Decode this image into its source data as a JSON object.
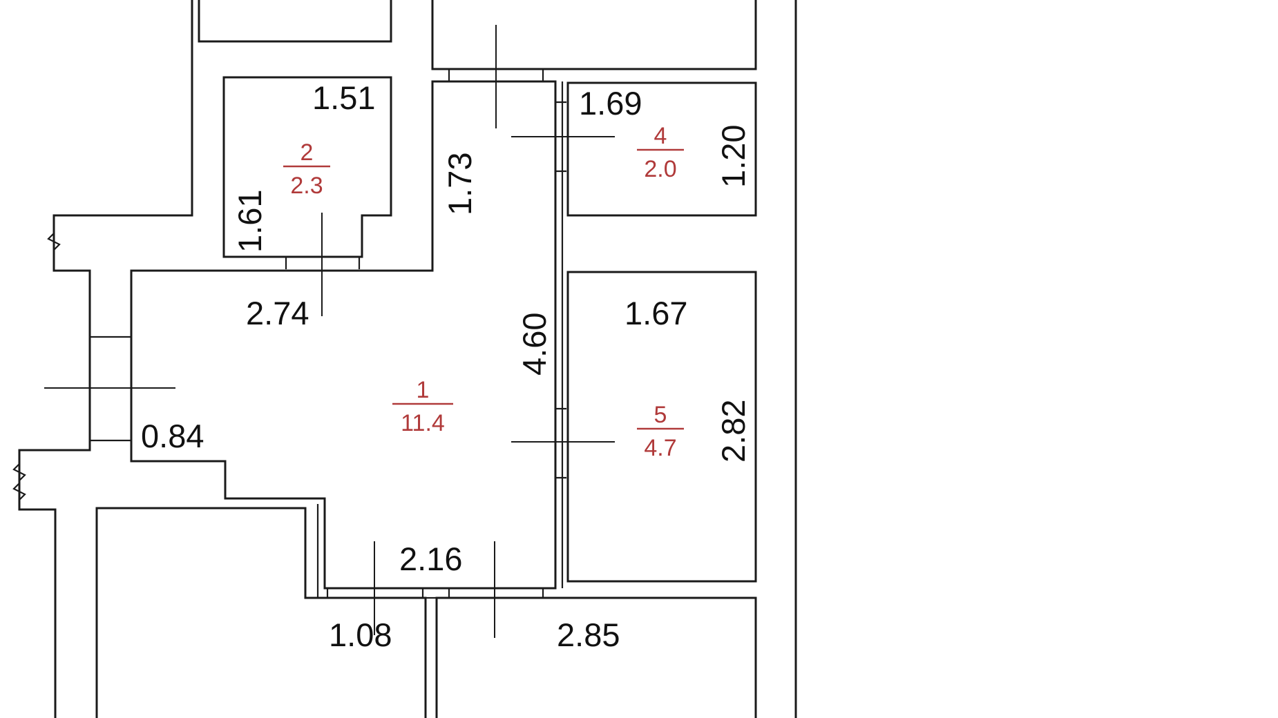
{
  "colors": {
    "walls": "#1a1a1a",
    "dimension_text": "#111111",
    "room_labels": "#b03a3a",
    "background": "#ffffff"
  },
  "rooms": [
    {
      "id": "room-1",
      "number": "1",
      "area": "11.4"
    },
    {
      "id": "room-2",
      "number": "2",
      "area": "2.3"
    },
    {
      "id": "room-4",
      "number": "4",
      "area": "2.0"
    },
    {
      "id": "room-5",
      "number": "5",
      "area": "4.7"
    }
  ],
  "dimensions": {
    "d_1_51": "1.51",
    "d_1_61": "1.61",
    "d_1_73": "1.73",
    "d_1_69": "1.69",
    "d_1_20": "1.20",
    "d_2_74": "2.74",
    "d_4_60": "4.60",
    "d_1_67": "1.67",
    "d_2_82": "2.82",
    "d_0_84": "0.84",
    "d_2_16": "2.16",
    "d_1_08": "1.08",
    "d_2_85": "2.85"
  }
}
